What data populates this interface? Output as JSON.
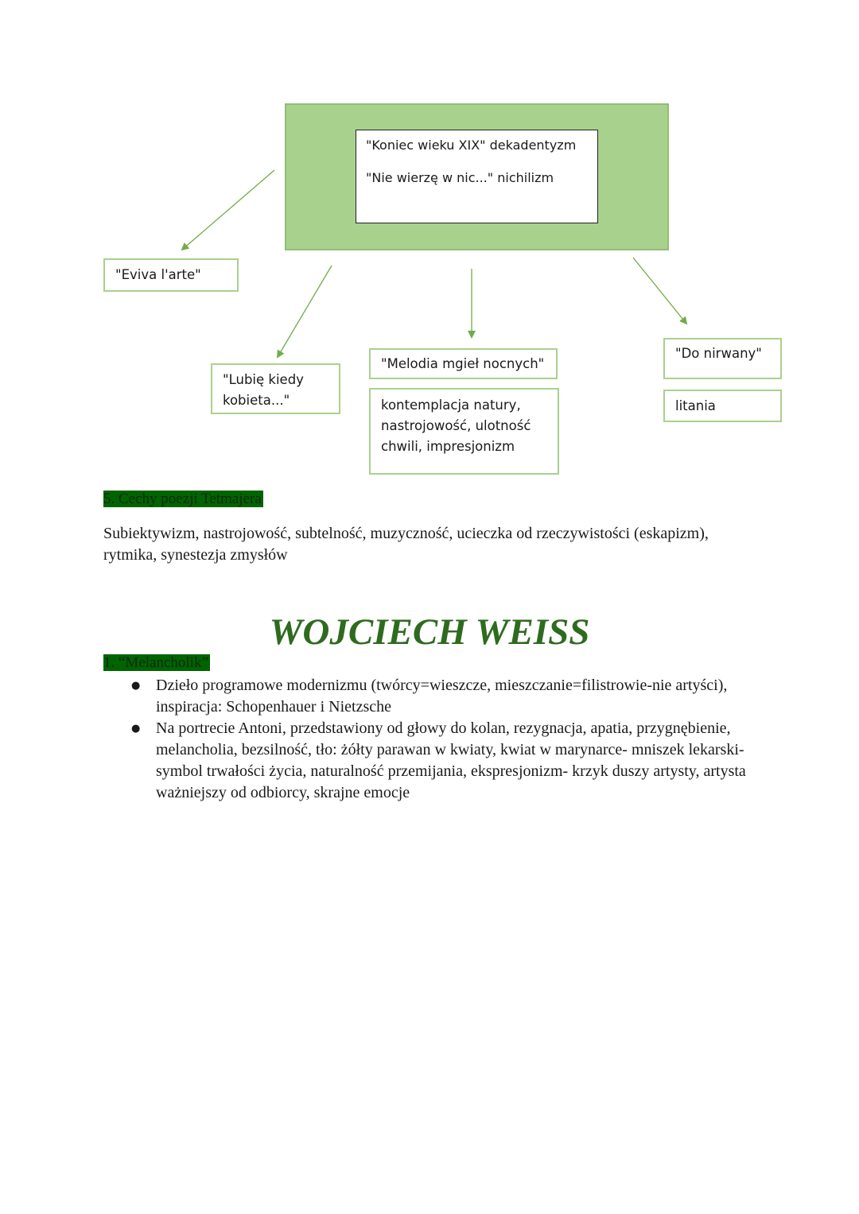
{
  "diagram": {
    "center_line1": "\"Koniec wieku XIX\" dekadentyzm",
    "center_line2": "\"Nie wierzę w nic...\" nichilizm",
    "eviva": "\"Eviva l'arte\"",
    "lubie_line1": "\"Lubię kiedy",
    "lubie_line2": "kobieta...\"",
    "melodia": "\"Melodia mgieł nocnych\"",
    "kontemplacja_line1": "kontemplacja natury,",
    "kontemplacja_line2": "nastrojowość, ulotność",
    "kontemplacja_line3": "chwili, impresjonizm",
    "nirwany": "\"Do nirwany\"",
    "litania": "litania",
    "colors": {
      "fill": "#a9d18e",
      "arrow": "#70ad47"
    }
  },
  "section5": {
    "heading": "5.   Cechy poezji Tetmajera",
    "text": "Subiektywizm, nastrojowość, subtelność, muzyczność, ucieczka od rzeczywistości (eskapizm), rytmika, synestezja zmysłów"
  },
  "title": "WOJCIECH WEISS",
  "section1": {
    "heading": "1.   “Melancholik”",
    "bullets": [
      "Dzieło programowe modernizmu (twórcy=wieszcze, mieszczanie=filistrowie-nie artyści), inspiracja: Schopenhauer i Nietzsche",
      "Na portrecie Antoni, przedstawiony od głowy do kolan, rezygnacja, apatia, przygnębienie, melancholia, bezsilność, tło: żółty parawan w kwiaty, kwiat w marynarce- mniszek lekarski- symbol trwałości życia, naturalność przemijania, ekspresjonizm- krzyk duszy artysty, artysta ważniejszy od odbiorcy, skrajne emocje"
    ]
  }
}
